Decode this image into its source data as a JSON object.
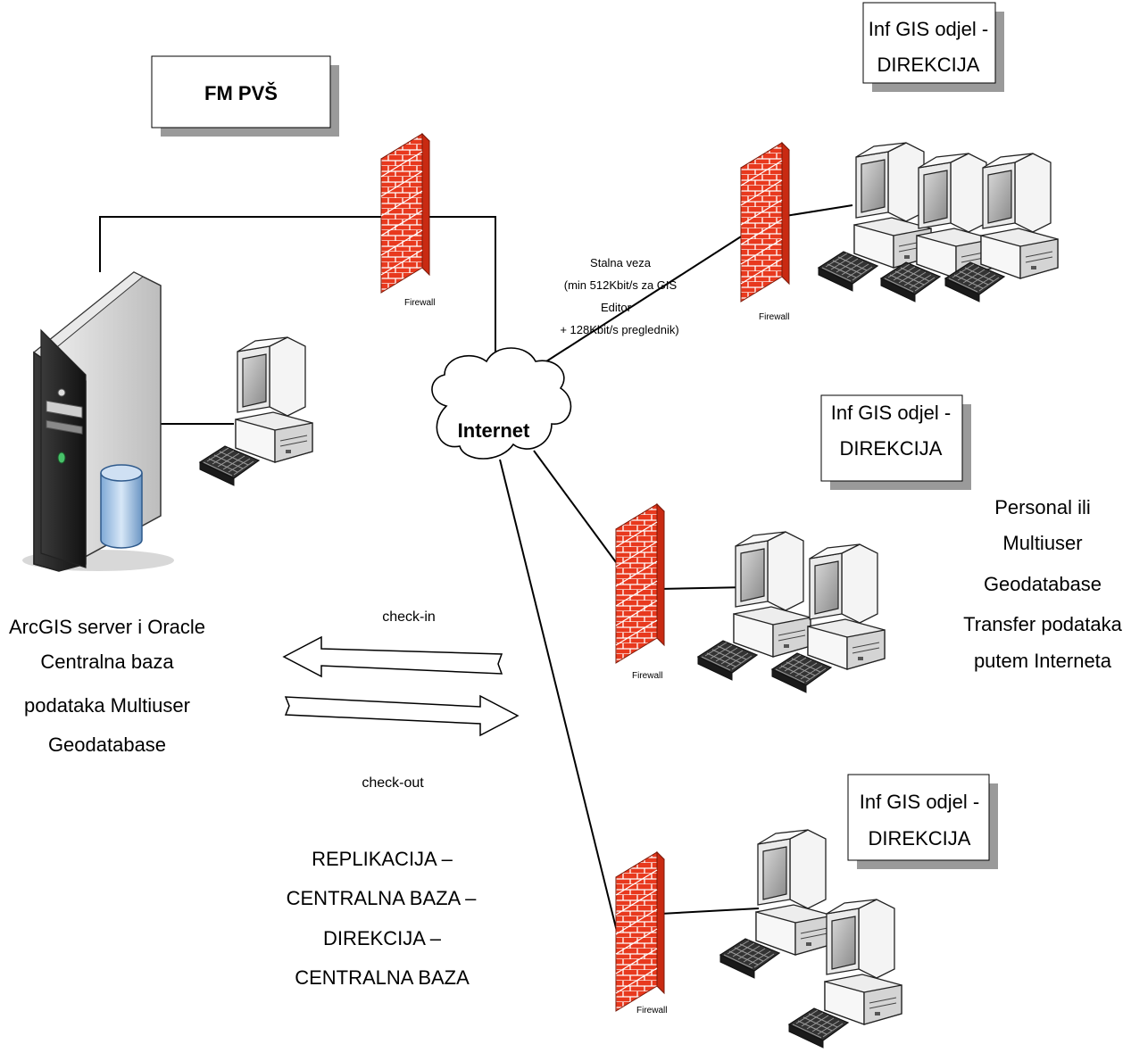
{
  "title_box": {
    "label": "FM PVŠ"
  },
  "server_caption": [
    "ArcGIS server i Oracle",
    "Centralna baza",
    "podataka Multiuser",
    "Geodatabase"
  ],
  "cloud": {
    "label": "Internet",
    "icon": "cloud-icon"
  },
  "connection_note": [
    "Stalna veza",
    "(min 512Kbit/s za GIS",
    "Editor",
    "+ 128Kbit/s preglednik)"
  ],
  "firewall_label": "Firewall",
  "arrows": {
    "top_label": "check-in",
    "bottom_label": "check-out"
  },
  "replication_text": [
    "REPLIKACIJA –",
    "CENTRALNA BAZA –",
    "DIREKCIJA –",
    "CENTRALNA BAZA"
  ],
  "sites": [
    {
      "label": [
        "Inf GIS odjel -",
        "DIREKCIJA"
      ],
      "workstations": 3
    },
    {
      "label": [
        "Inf GIS odjel -",
        "DIREKCIJA"
      ],
      "workstations": 2
    },
    {
      "label": [
        "Inf GIS odjel -",
        "DIREKCIJA"
      ],
      "workstations": 2
    }
  ],
  "side_note": [
    "Personal ili",
    "Multiuser",
    "Geodatabase",
    "Transfer podataka",
    "putem Interneta"
  ],
  "colors": {
    "firewall": "#e8391e",
    "firewall_mortar": "#ffffff",
    "box_shadow": "#9a9a9a",
    "line": "#000000"
  }
}
